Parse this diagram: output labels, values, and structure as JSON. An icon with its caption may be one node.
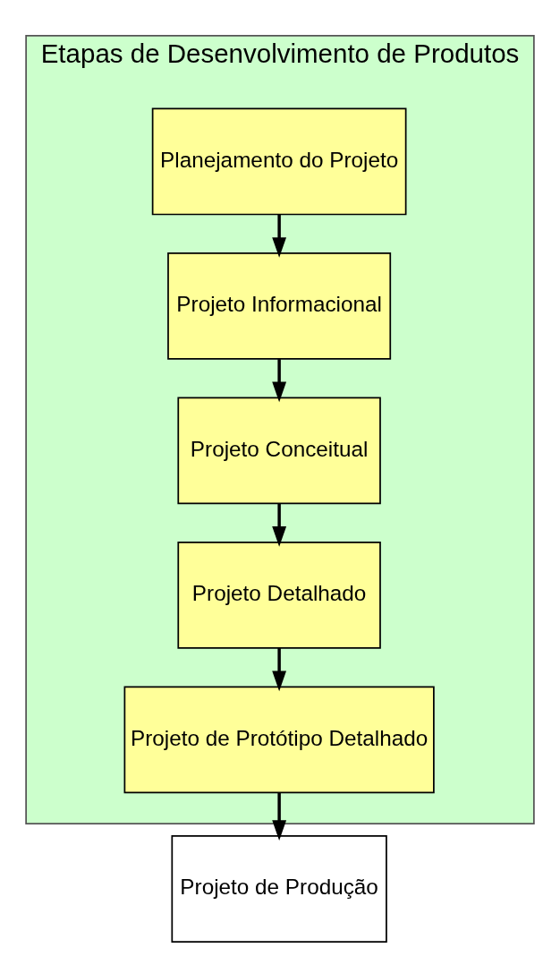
{
  "diagram": {
    "nodes": [
      {
        "text": [
          "Etapas de Desenvolvimento de Produtos"
        ]
      },
      {
        "text": [
          "Planejamento do Projeto"
        ],
        "in": 0
      },
      {
        "text": [
          "Projeto Informacional"
        ],
        "in": 0
      },
      {
        "text": [
          "Projeto Conceitual"
        ],
        "in": 0
      },
      {
        "text": [
          "Projeto Detalhado"
        ],
        "in": 0
      },
      {
        "text": [
          "Projeto de Protótipo Detalhado"
        ],
        "in": 0
      },
      {
        "text": [
          "Projeto de Produção"
        ]
      }
    ],
    "edges": [
      {
        "from": 1,
        "to": 2,
        "arrow": "to"
      },
      {
        "from": 2,
        "to": 3,
        "arrow": "to"
      },
      {
        "from": 3,
        "to": 4,
        "arrow": "to"
      },
      {
        "from": 4,
        "to": 5,
        "arrow": "to"
      },
      {
        "from": 5,
        "to": 6,
        "arrow": "to"
      }
    ]
  }
}
